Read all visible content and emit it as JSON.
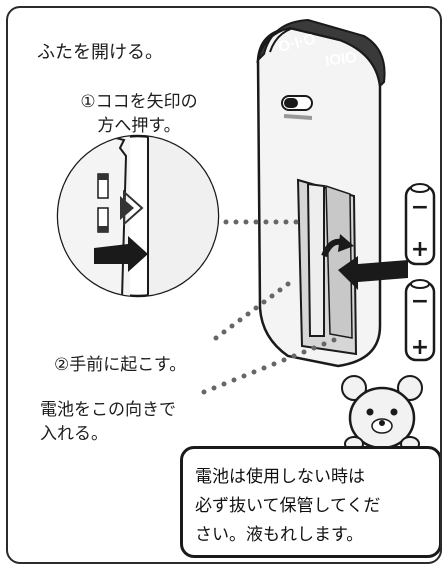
{
  "title": "ふたを開ける。",
  "step1": {
    "line1": "①ココを矢印の",
    "line2": "方へ押す。"
  },
  "step2": "②手前に起こす。",
  "step3": {
    "line1": "電池をこの向きで",
    "line2": "入れる。"
  },
  "note": {
    "line1": "電池は使用しない時は",
    "line2": "必ず抜いて保管してくだ",
    "line3": "さい。液もれします。"
  },
  "battery_marks": {
    "minus": "−",
    "plus": "+"
  },
  "icons": [
    "zoom-detail",
    "battery",
    "bear"
  ]
}
